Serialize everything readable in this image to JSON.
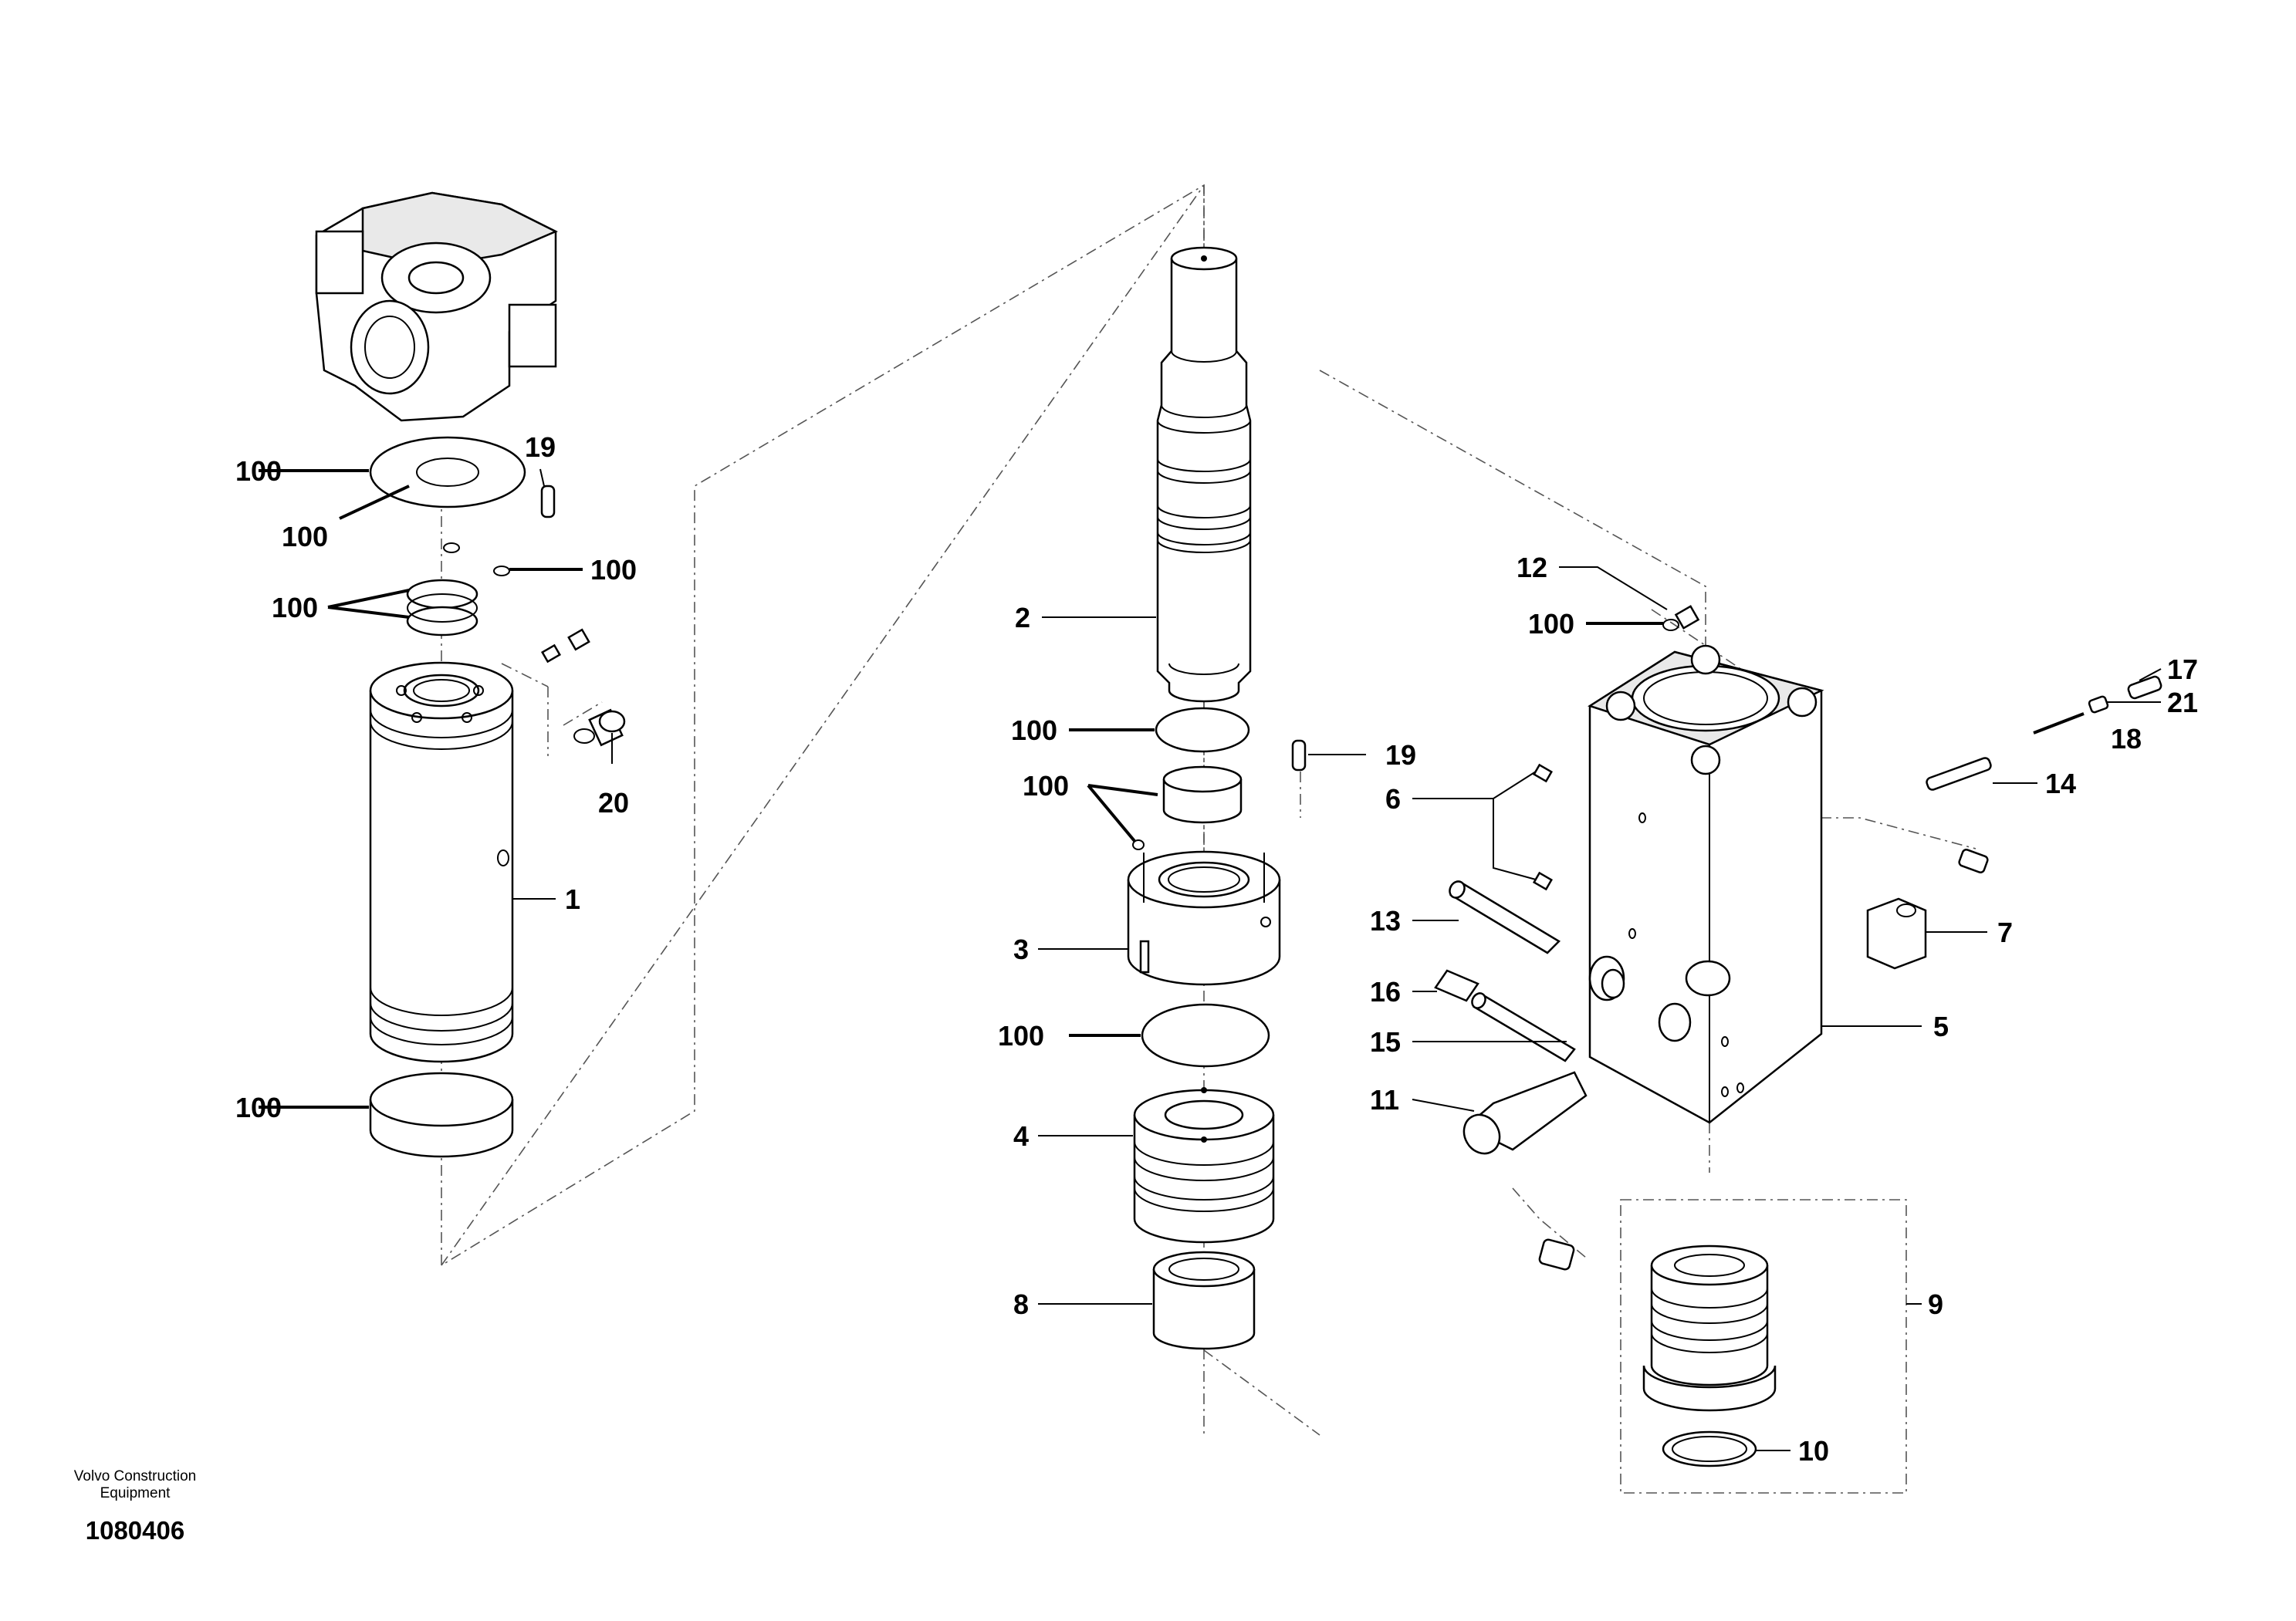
{
  "diagram": {
    "callouts": [
      "100",
      "100",
      "19",
      "100",
      "100",
      "20",
      "1",
      "100",
      "2",
      "100",
      "100",
      "3",
      "100",
      "4",
      "8",
      "19",
      "6",
      "13",
      "16",
      "15",
      "11",
      "12",
      "100",
      "17",
      "21",
      "18",
      "14",
      "7",
      "5",
      "9",
      "10"
    ]
  },
  "footer": {
    "company": "Volvo Construction Equipment",
    "document_number": "1080406"
  }
}
